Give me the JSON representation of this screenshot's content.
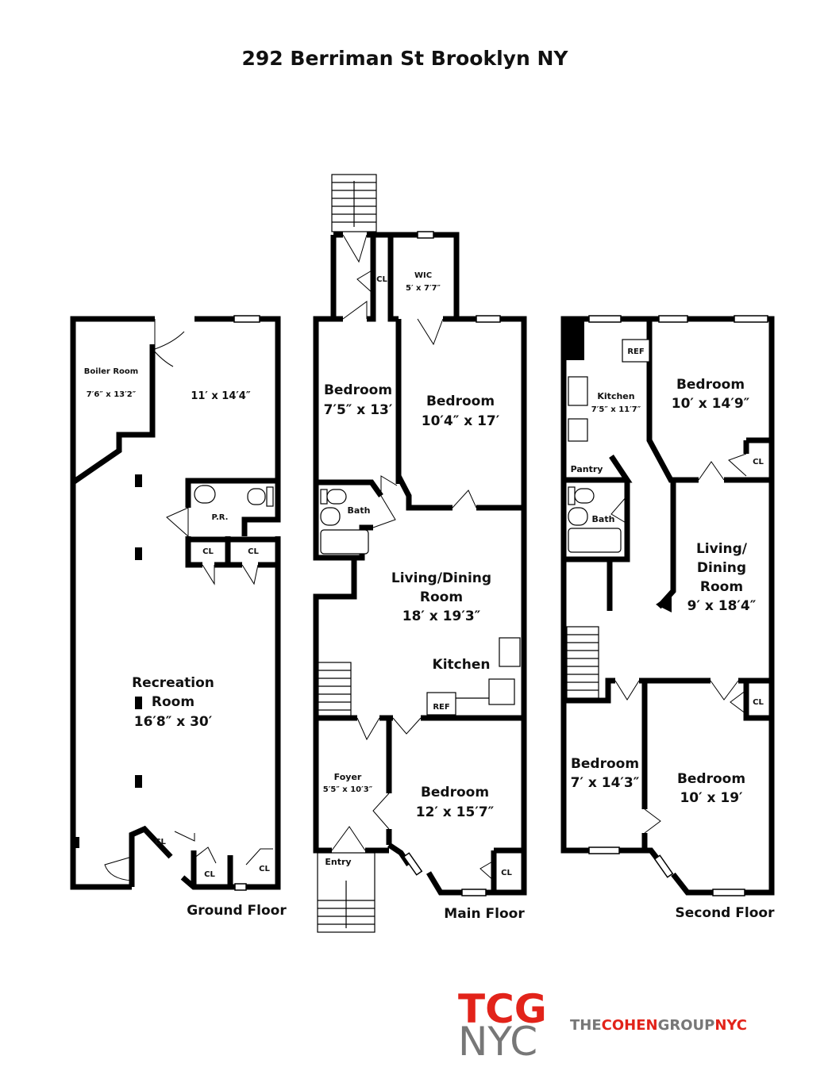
{
  "title": "292 Berriman St Brooklyn NY",
  "floors": {
    "ground": {
      "label": "Ground Floor",
      "boiler_room": {
        "name": "Boiler Room",
        "size": "7′6″ x 13′2″"
      },
      "front_room": {
        "size": "11′ x 14′4″"
      },
      "powder_room": "P.R.",
      "recreation_room": {
        "name_line1": "Recreation",
        "name_line2": "Room",
        "size": "16′8″ x 30′"
      },
      "closet": "CL"
    },
    "main": {
      "label": "Main Floor",
      "closet": "CL",
      "wic": {
        "name": "WIC",
        "size": "5′ x 7′7″"
      },
      "bedroom_a": {
        "name": "Bedroom",
        "size": "7′5″ x 13′"
      },
      "bedroom_b": {
        "name": "Bedroom",
        "size": "10′4″ x 17′"
      },
      "bath": "Bath",
      "living": {
        "line1": "Living/Dining",
        "line2": "Room",
        "size": "18′ x 19′3″"
      },
      "kitchen": "Kitchen",
      "ref": "REF",
      "foyer": {
        "name": "Foyer",
        "size": "5′5″ x 10′3″"
      },
      "entry": "Entry",
      "bedroom_c": {
        "name": "Bedroom",
        "size": "12′ x 15′7″"
      }
    },
    "second": {
      "label": "Second Floor",
      "ref": "REF",
      "kitchen": {
        "name": "Kitchen",
        "size": "7′5″ x 11′7″"
      },
      "pantry": "Pantry",
      "bath": "Bath",
      "bedroom_a": {
        "name": "Bedroom",
        "size": "10′ x 14′9″"
      },
      "closet": "CL",
      "living": {
        "line1": "Living/",
        "line2": "Dining",
        "line3": "Room",
        "size": "9′ x 18′4″"
      },
      "bedroom_b": {
        "name": "Bedroom",
        "size": "7′ x 14′3″"
      },
      "bedroom_c": {
        "name": "Bedroom",
        "size": "10′ x 19′"
      }
    }
  },
  "logo": {
    "tcg": "TCG",
    "nyc": "NYC",
    "tag_the": "THE",
    "tag_cohen": "COHEN",
    "tag_group": "GROUP",
    "tag_nyc": "NYC"
  },
  "colors": {
    "brand_red": "#e2231a",
    "brand_gray": "#777777"
  }
}
